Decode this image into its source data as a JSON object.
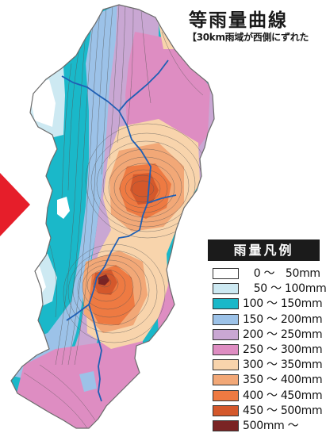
{
  "header": {
    "title": "等雨量曲線",
    "subtitle": "【30km雨域が西側にずれた"
  },
  "legend": {
    "title": "雨量凡例",
    "items": [
      {
        "label": "　0 〜　50mm",
        "color": "#ffffff"
      },
      {
        "label": "　50 〜 100mm",
        "color": "#cde9f2"
      },
      {
        "label": "100 〜 150mm",
        "color": "#1ab8c9"
      },
      {
        "label": "150 〜 200mm",
        "color": "#9cc2e8"
      },
      {
        "label": "200 〜 250mm",
        "color": "#c9a7d3"
      },
      {
        "label": "250 〜 300mm",
        "color": "#de8dc2"
      },
      {
        "label": "300 〜 350mm",
        "color": "#f8d4ac"
      },
      {
        "label": "350 〜 400mm",
        "color": "#f2a877"
      },
      {
        "label": "400 〜 450mm",
        "color": "#ee7a42"
      },
      {
        "label": "450 〜 500mm",
        "color": "#d4582b"
      },
      {
        "label": "500mm 〜",
        "color": "#7a2424"
      }
    ]
  },
  "colors": {
    "river": "#1f5fb4",
    "arrow": "#e61e2a",
    "contour": "#555555"
  }
}
